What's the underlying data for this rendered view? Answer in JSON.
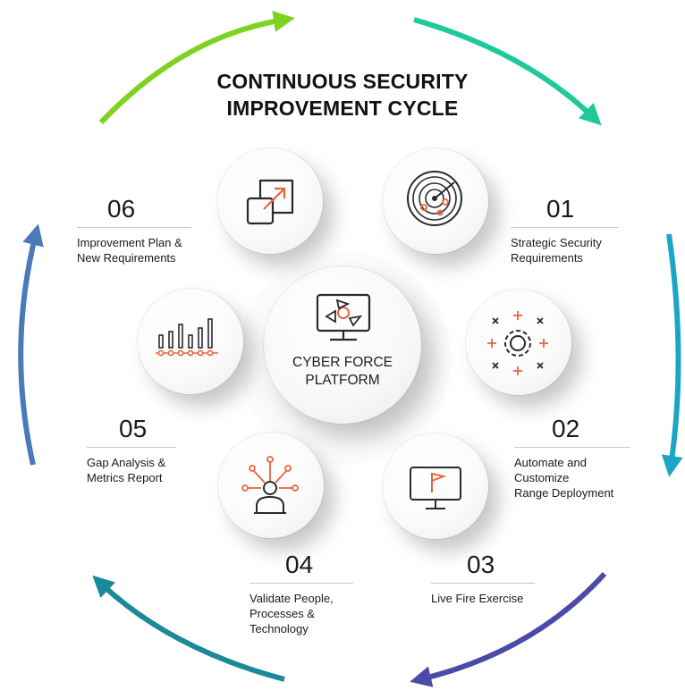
{
  "title": {
    "line1": "CONTINUOUS SECURITY",
    "line2": "IMPROVEMENT CYCLE"
  },
  "center": {
    "line1": "CYBER FORCE",
    "line2": "PLATFORM",
    "icon": "monitor-target-icon"
  },
  "steps": [
    {
      "num": "01",
      "lines": [
        "Strategic Security",
        "Requirements"
      ],
      "icon": "radar-icon"
    },
    {
      "num": "02",
      "lines": [
        "Automate and",
        "Customize",
        "Range Deployment"
      ],
      "icon": "gear-network-icon"
    },
    {
      "num": "03",
      "lines": [
        "Live Fire Exercise"
      ],
      "icon": "monitor-flag-icon"
    },
    {
      "num": "04",
      "lines": [
        "Validate People,",
        "Processes &",
        "Technology"
      ],
      "icon": "person-network-icon"
    },
    {
      "num": "05",
      "lines": [
        "Gap Analysis &",
        "Metrics Report"
      ],
      "icon": "bar-chart-icon"
    },
    {
      "num": "06",
      "lines": [
        "Improvement Plan &",
        "New Requirements"
      ],
      "icon": "expand-arrow-icon"
    }
  ],
  "colors": {
    "accent_orange": "#e8643c",
    "icon_stroke": "#2a2a2a",
    "arrow_green": "#7ed320",
    "arrow_teal": "#1ec99a",
    "arrow_cyan": "#1aa6c4",
    "arrow_indigo": "#4a4ba8",
    "arrow_dark_teal": "#1b8a98",
    "arrow_blue": "#4a7ab8"
  }
}
